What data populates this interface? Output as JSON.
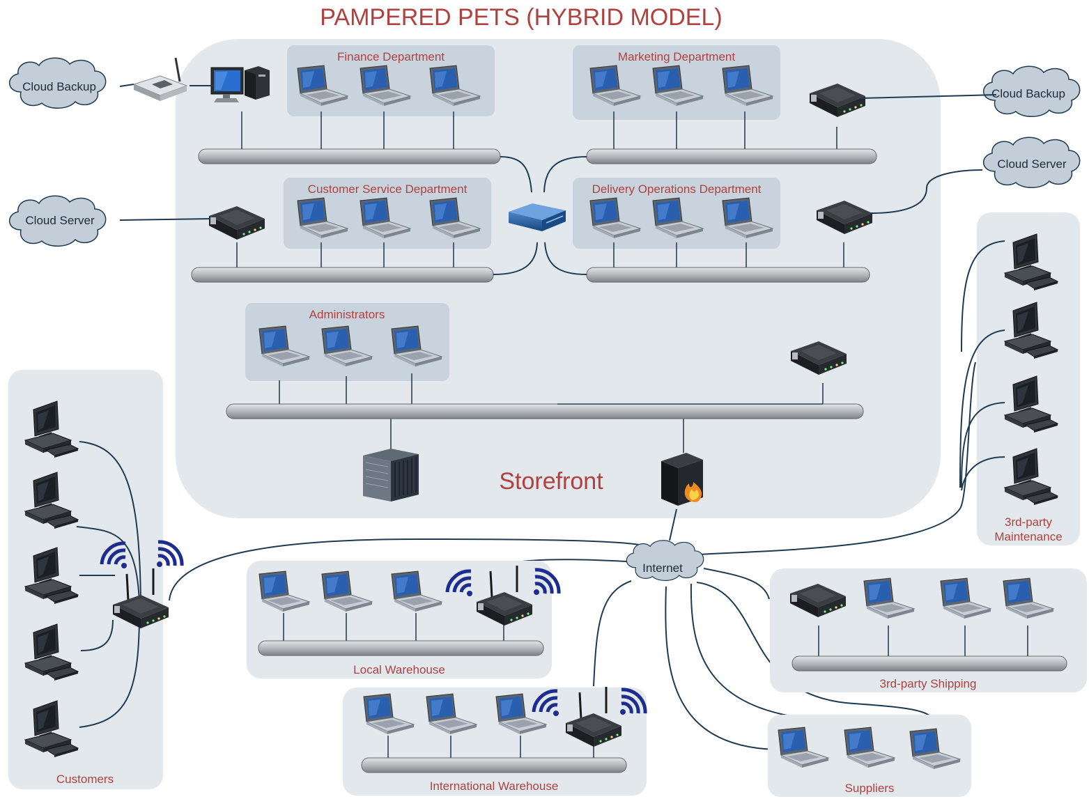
{
  "title": "PAMPERED PETS (HYBRID MODEL)",
  "storefront": {
    "label": "Storefront"
  },
  "departments": {
    "finance": "Finance Department",
    "marketing": "Marketing Department",
    "customer_service": "Customer Service Department",
    "delivery_operations": "Delivery Operations Department",
    "administrators": "Administrators"
  },
  "clouds": {
    "backup_left": "Cloud Backup",
    "backup_right": "Cloud Backup",
    "server_left": "Cloud Server",
    "server_right": "Cloud Server",
    "internet": "Internet"
  },
  "groups": {
    "customers": "Customers",
    "maintenance_line1": "3rd-party",
    "maintenance_line2": "Maintenance",
    "shipping": "3rd-party Shipping",
    "local_warehouse": "Local Warehouse",
    "international_warehouse": "International Warehouse",
    "suppliers": "Suppliers"
  },
  "colors": {
    "label_red": "#b0413e",
    "zone_bg": "#e3e8ed",
    "panel_bg": "#c9d3dd",
    "cloud_fill": "#c3ced8",
    "link_stroke": "#1d3a52",
    "wifi_blue": "#1d2d8f"
  },
  "icons": [
    "laptop-icon",
    "desktop-icon",
    "router-icon",
    "wireless-router-icon",
    "switch-icon",
    "server-rack-icon",
    "firewall-icon",
    "cloud-icon",
    "bus-cable-icon"
  ]
}
